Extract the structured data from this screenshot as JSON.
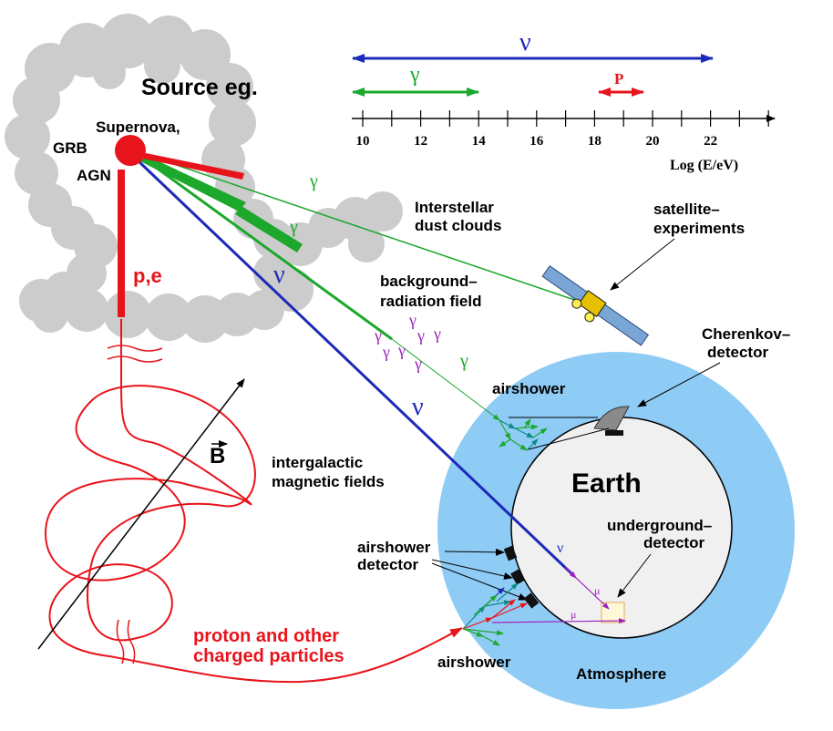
{
  "source": {
    "heading": "Source eg.",
    "supernova": "Supernova,",
    "grb": "GRB",
    "agn": "AGN"
  },
  "particles": {
    "pe": "p,e",
    "gamma": "γ",
    "nu": "ν",
    "mu": "μ",
    "proton_label_line1": "proton and other",
    "proton_label_line2": "charged particles"
  },
  "energy_scale": {
    "nu_label": "ν",
    "gamma_label": "γ",
    "p_label": "P",
    "ticks": [
      "10",
      "12",
      "14",
      "16",
      "18",
      "20",
      "22"
    ],
    "axis_label": "Log (E/eV)"
  },
  "labels": {
    "dust_line1": "Interstellar",
    "dust_line2": "dust clouds",
    "bg_line1": "background–",
    "bg_line2": "radiation field",
    "sat_line1": "satellite–",
    "sat_line2": "experiments",
    "cher_line1": "Cherenkov–",
    "cher_line2": "detector",
    "airshower": "airshower",
    "airshower_bottom": "airshower",
    "earth": "Earth",
    "ug_line1": "underground–",
    "ug_line2": "detector",
    "asd_line1": "airshower",
    "asd_line2": "detector",
    "atmosphere": "Atmosphere",
    "b_field": "B",
    "mag_line1": "intergalactic",
    "mag_line2": "magnetic fields"
  },
  "colors": {
    "cloud": "#cccccc",
    "proton": "#e8141c",
    "gamma": "#1ba82b",
    "neutrino": "#1c2ab8",
    "photon_bg": "#a020c0",
    "atmosphere": "#8ecbf5",
    "earth": "#f0f0f0",
    "muon": "#a020c0"
  }
}
